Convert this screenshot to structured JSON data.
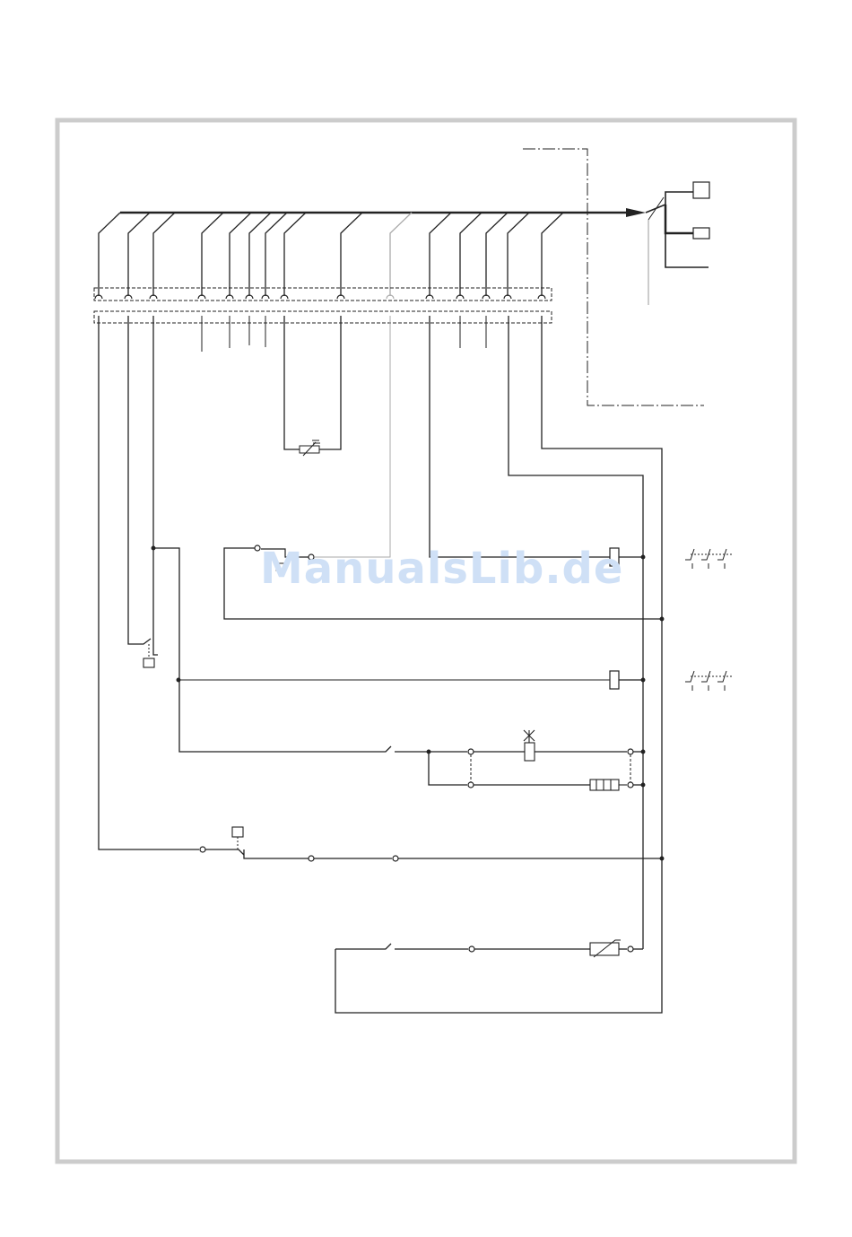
{
  "page": {
    "background": "#ffffff",
    "frame_color": "#cccccc"
  },
  "watermark": {
    "text": "ManualsLib.de",
    "color": "#cfe0f6"
  },
  "diagram": {
    "ink_color": "#222222",
    "symbols": [
      "cable-bundle",
      "terminal-strip",
      "thermistor-sensor",
      "relay-coil",
      "contactor-contacts",
      "fan-motor",
      "heater-element",
      "door-switch",
      "thermostat",
      "overload-protector"
    ]
  }
}
